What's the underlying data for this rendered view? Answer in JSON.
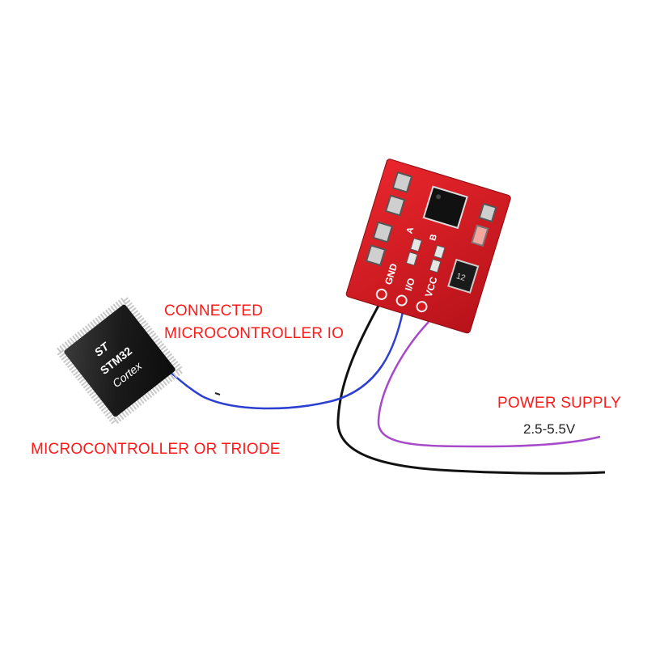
{
  "labels": {
    "connected_line1": "CONNECTED",
    "connected_line2": "MICROCONTROLLER IO",
    "microcontroller_or_triode": "MICROCONTROLLER OR TRIODE",
    "power_supply": "POWER SUPPLY",
    "voltage_range": "2.5-5.5V"
  },
  "chip": {
    "brand": "STM32",
    "series": "Cortex",
    "logo_text": "ST"
  },
  "board": {
    "pin_gnd": "GND",
    "pin_io": "I/O",
    "pin_vcc": "VCC",
    "pad_a": "A",
    "pad_b": "B",
    "part_marking": "12"
  },
  "colors": {
    "label_red": "#ff1a1a",
    "board_red": "#d71920",
    "wire_gnd": "#111111",
    "wire_io": "#2b3fd0",
    "wire_vcc": "#a64ac9",
    "chip_body": "#1c1c1c"
  }
}
